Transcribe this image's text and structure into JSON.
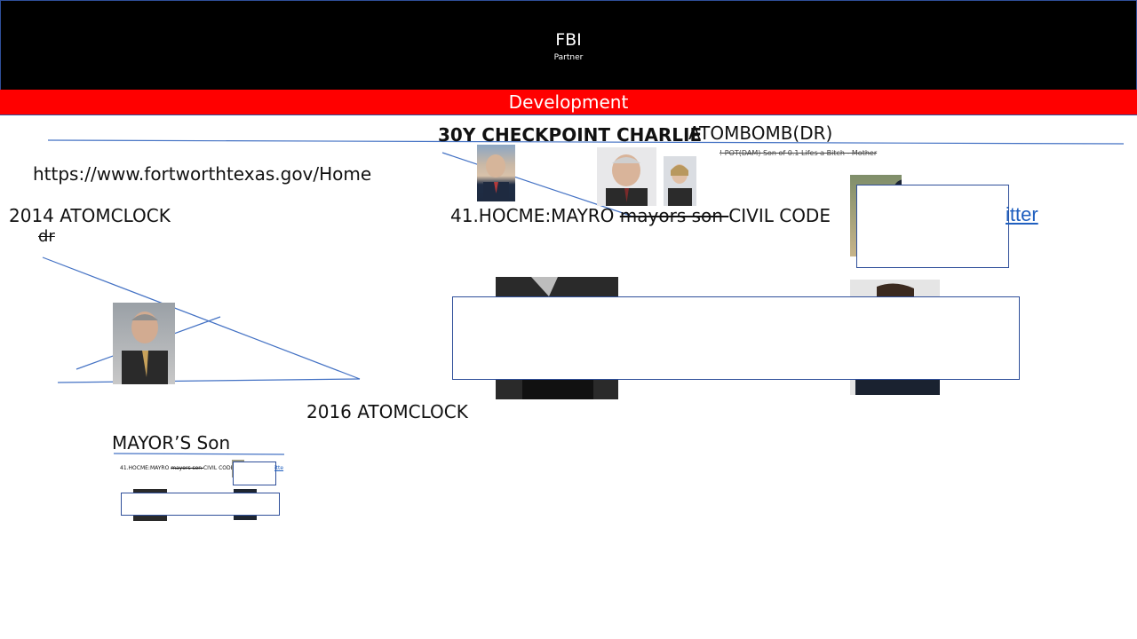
{
  "header": {
    "title": "FBI",
    "subtitle": "Partner"
  },
  "banner": {
    "label": "Development"
  },
  "main": {
    "heading_bold": "30Y  CHECKPOINT CHARLIE",
    "heading_right": "ATOMBOMB(DR)",
    "small_struck_note": "! POT(DAM) Son of 0.1 Lifes a Bitch - Mother",
    "url": "https://www.fortworthtexas.gov/Home",
    "left_label_2014": "2014 ATOMCLOCK",
    "left_struck": "dr",
    "civil_prefix": "41.HOCME:MAYRO ",
    "civil_struck": "mayors son ",
    "civil_suffix": "CIVIL CODE",
    "twitter_link": "itter",
    "label_2016": "2016 ATOMCLOCK",
    "mayor_son": "MAYOR’S Son"
  },
  "thumbnail": {
    "civil_prefix": "41.HOCME:MAYRO ",
    "civil_struck": "mayors son ",
    "civil_suffix": "CIVIL CODE",
    "link": "itte"
  }
}
